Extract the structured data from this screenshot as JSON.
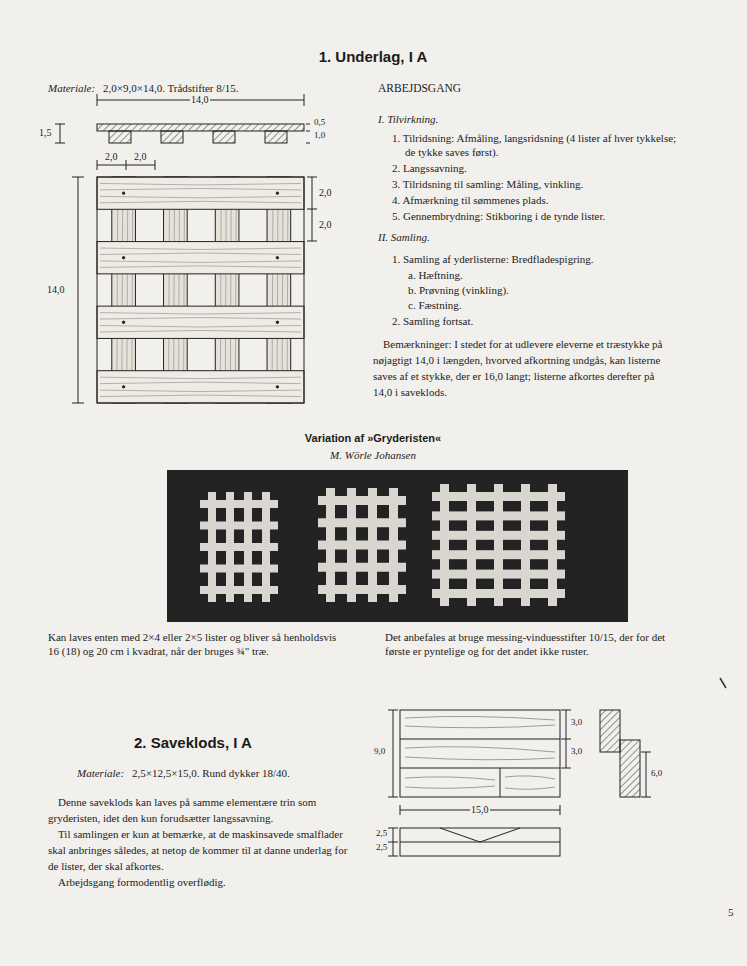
{
  "diagram": {
    "title": "1. Underlag, I A",
    "labels": [
      "Materiale:",
      "2,0×9,0×14,0. Trådstifter 8/15.",
      "14,0",
      "1,5",
      "0,5",
      "1,0",
      "2,0",
      "2,0",
      "2,0",
      "2,0",
      "14,0",
      "ARBEJDSGANG",
      "I. Tilvirkning.",
      "1. Tilridsning: Afmåling, langsridsning (4 lister af hver tykkelse; de tykke saves først).",
      "2. Langssavning.",
      "3. Tilridsning til samling: Måling, vinkling.",
      "4. Afmærkning til sømmenes plads.",
      "5. Gennembrydning: Stikboring i de tynde lister.",
      "II. Samling.",
      "1. Samling af yderlisterne: Bredfladespigring.",
      "a. Hæftning.",
      "b. Prøvning (vinkling).",
      "c. Fæstning.",
      "2. Samling fortsat.",
      "Bemærkninger: I stedet for at udlevere eleverne et træstykke på nøjagtigt 14,0 i længden, hvorved afkortning undgås, kan listerne saves af et stykke, der er 16,0 langt; listerne afkortes derefter på 14,0 i saveklods.",
      "Variation af »Gryderisten«",
      "M. Wörle Johansen",
      "Kan laves enten med 2×4 eller 2×5 lister og bliver så henholdsvis 16 (18) og 20 cm i kvadrat, når der bruges ¾\" træ.",
      "Det anbefales at bruge messing-vinduesstifter 10/15, der for det første er pyntelige og for det andet ikke ruster.",
      "2. Saveklods, I A",
      "Materiale:",
      "2,5×12,5×15,0. Rund dykker 18/40.",
      "Denne saveklods kan laves på samme elementære trin som gryderisten, idet den kun forudsætter langssavning.",
      "Til samlingen er kun at bemærke, at de maskinsavede smalflader skal anbringes således, at netop de kommer til at danne underlag for de lister, der skal afkortes.",
      "Arbejdsgang formodentlig overflødig.",
      "3,0",
      "3,0",
      "9,0",
      "15,0",
      "6,0",
      "2,5",
      "2,5",
      "5"
    ]
  }
}
